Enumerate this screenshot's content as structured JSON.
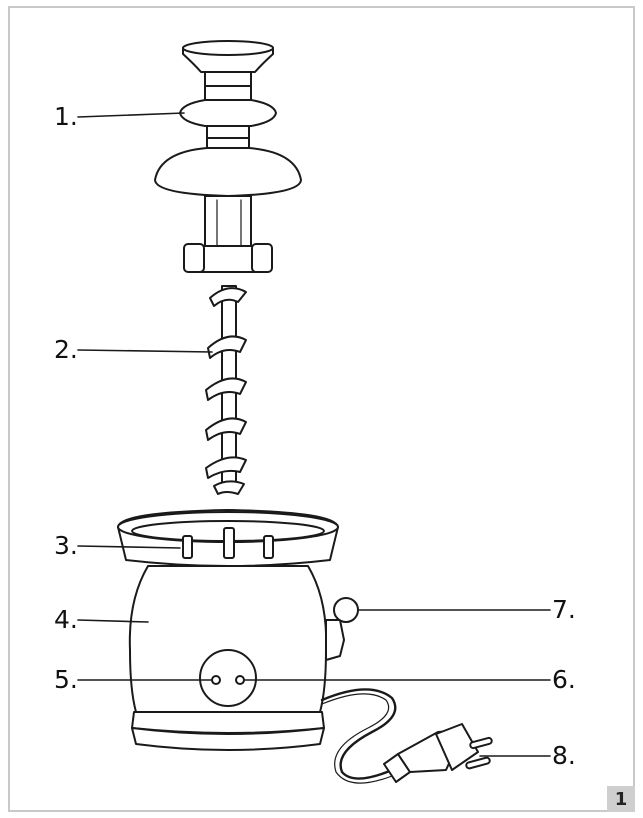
{
  "labels": {
    "l1": "1.",
    "l2": "2.",
    "l3": "3.",
    "l4": "4.",
    "l5": "5.",
    "l6": "6.",
    "l7": "7.",
    "l8": "8."
  },
  "figure_number": "1",
  "colors": {
    "line": "#1a1a1a",
    "frame": "#c9c9c9",
    "badge": "#cfcfcf"
  }
}
